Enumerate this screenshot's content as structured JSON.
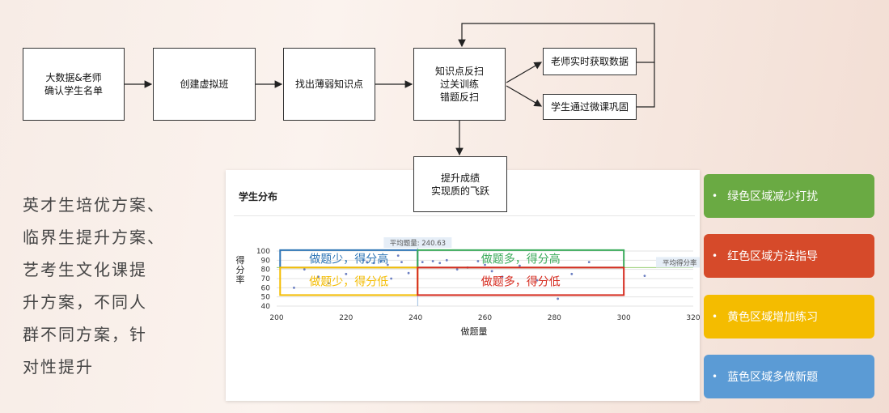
{
  "flow": {
    "box1": "大数据&老师\n确认学生名单",
    "box2": "创建虚拟班",
    "box3": "找出薄弱知识点",
    "box4": "知识点反扫\n过关训练\n错题反扫",
    "box5": "老师实时获取数据",
    "box6": "学生通过微课巩固",
    "box7": "提升成绩\n实现质的飞跃"
  },
  "left_text": "英才生培优方案、\n临界生提升方案、\n艺考生文化课提\n升方案，不同人\n群不同方案，针\n对性提升",
  "card": {
    "title": "学生分布"
  },
  "pills": {
    "green": "绿色区域减少打扰",
    "red": "红色区域方法指导",
    "yellow": "黄色区域增加练习",
    "blue": "蓝色区域多做新题"
  },
  "chart_data": {
    "type": "scatter",
    "xlabel": "做题量",
    "ylabel": "得分率",
    "xlim": [
      200,
      320
    ],
    "ylim": [
      40,
      100
    ],
    "xticks": [
      "200",
      "220",
      "240",
      "260",
      "280",
      "300",
      "320"
    ],
    "yticks": [
      "100",
      "90",
      "80",
      "70",
      "60",
      "50",
      "40"
    ],
    "avg_x_label": "平均题量: 240.63",
    "avg_y_label": "平均得分率",
    "avg_x": 240.63,
    "avg_y": 82,
    "regions": [
      {
        "label": "做题少，得分高",
        "color": "#2e75b6",
        "x": [
          201,
          240.6
        ],
        "y": [
          82,
          101
        ]
      },
      {
        "label": "做题多，得分高",
        "color": "#3aaa5a",
        "x": [
          240.6,
          300
        ],
        "y": [
          82,
          101
        ]
      },
      {
        "label": "做题少，得分低",
        "color": "#f4bc00",
        "x": [
          201,
          240.6
        ],
        "y": [
          52,
          82
        ]
      },
      {
        "label": "做题多，得分低",
        "color": "#d62a1e",
        "x": [
          240.6,
          300
        ],
        "y": [
          52,
          82
        ]
      }
    ],
    "points": [
      [
        205,
        60
      ],
      [
        208,
        80
      ],
      [
        212,
        72
      ],
      [
        215,
        65
      ],
      [
        220,
        75
      ],
      [
        225,
        90
      ],
      [
        226,
        88
      ],
      [
        228,
        87
      ],
      [
        230,
        89
      ],
      [
        232,
        85
      ],
      [
        233,
        70
      ],
      [
        235,
        95
      ],
      [
        236,
        88
      ],
      [
        238,
        76
      ],
      [
        242,
        88
      ],
      [
        245,
        89
      ],
      [
        247,
        87
      ],
      [
        249,
        90
      ],
      [
        252,
        80
      ],
      [
        255,
        82
      ],
      [
        258,
        89
      ],
      [
        260,
        85
      ],
      [
        262,
        78
      ],
      [
        265,
        72
      ],
      [
        270,
        84
      ],
      [
        275,
        68
      ],
      [
        281,
        48
      ],
      [
        285,
        75
      ],
      [
        290,
        88
      ],
      [
        306,
        73
      ]
    ],
    "grid": true
  }
}
